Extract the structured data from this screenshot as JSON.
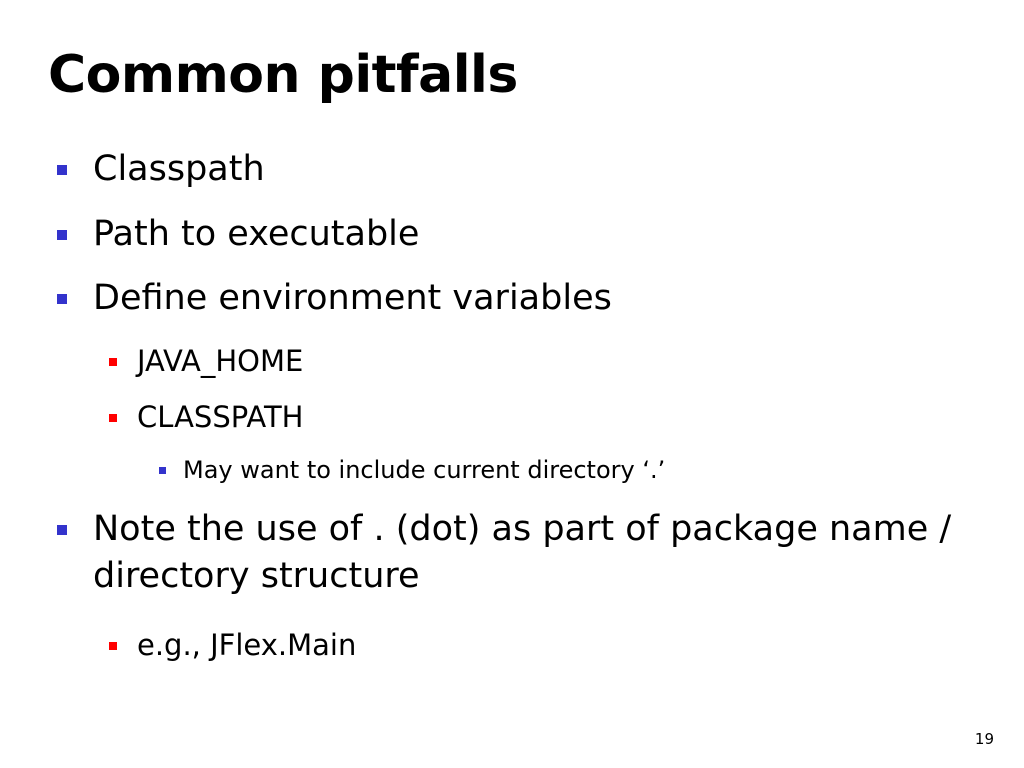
{
  "slide": {
    "title": "Common pitfalls",
    "page_number": "19",
    "colors": {
      "level1_bullet": "#3333cc",
      "level2_bullet": "#ff0000",
      "level3_bullet": "#3333cc",
      "text": "#000000",
      "background": "#ffffff"
    },
    "bullets": [
      {
        "level": 1,
        "text": "Classpath"
      },
      {
        "level": 1,
        "text": "Path to executable"
      },
      {
        "level": 1,
        "text": "Define environment variables"
      },
      {
        "level": 2,
        "text": "JAVA_HOME"
      },
      {
        "level": 2,
        "text": "CLASSPATH"
      },
      {
        "level": 3,
        "text": "May want to include current directory ‘.’"
      },
      {
        "level": 1,
        "text": "Note the use of . (dot) as part of package name / directory structure"
      },
      {
        "level": 2,
        "text": "e.g., JFlex.Main"
      }
    ]
  }
}
